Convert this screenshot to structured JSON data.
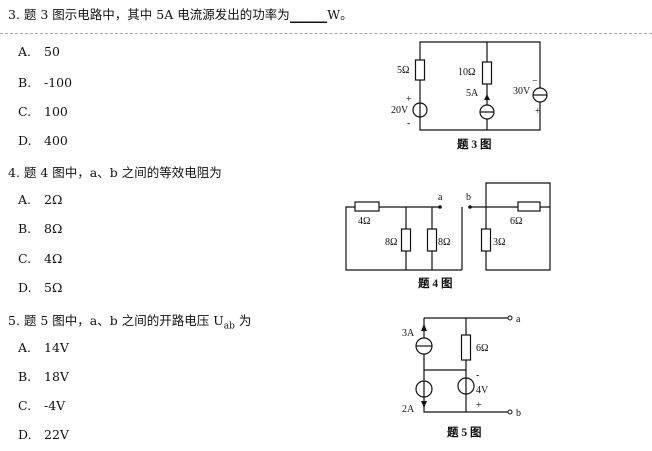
{
  "q3": {
    "prefix": "3.  题 3 图示电路中，其中 5A 电流源发出的功率为",
    "blank": "______",
    "suffix": "W。",
    "options": [
      {
        "label": "A.",
        "value": "50"
      },
      {
        "label": "B.",
        "value": "-100"
      },
      {
        "label": "C.",
        "value": "100"
      },
      {
        "label": "D.",
        "value": "400"
      }
    ],
    "figure": {
      "caption": "题 3 图",
      "labels": {
        "r5": "5Ω",
        "v20": "20V",
        "plus": "+",
        "minus": "-",
        "r10": "10Ω",
        "i5": "5A",
        "v30": "30V",
        "minus2": "−",
        "plus2": "+"
      }
    }
  },
  "q4": {
    "text": "4.  题 4 图中，a、b 之间的等效电阻为",
    "options": [
      {
        "label": "A.",
        "value": "2Ω"
      },
      {
        "label": "B.",
        "value": "8Ω"
      },
      {
        "label": "C.",
        "value": "4Ω"
      },
      {
        "label": "D.",
        "value": "5Ω"
      }
    ],
    "figure": {
      "caption": "题 4 图",
      "labels": {
        "a": "a",
        "b": "b",
        "r4": "4Ω",
        "r8a": "8Ω",
        "r8b": "8Ω",
        "r6": "6Ω",
        "r3": "3Ω"
      }
    }
  },
  "q5": {
    "text": "5.  题 5 图中，a、b 之间的开路电压 U",
    "sub": "ab",
    "suffix": " 为",
    "options": [
      {
        "label": "A.",
        "value": "14V"
      },
      {
        "label": "B.",
        "value": "18V"
      },
      {
        "label": "C.",
        "value": "-4V"
      },
      {
        "label": "D.",
        "value": "22V"
      }
    ],
    "figure": {
      "caption": "题 5 图",
      "labels": {
        "i3": "3A",
        "i2": "2A",
        "r6": "6Ω",
        "v4": "4V",
        "minus": "-",
        "plus": "+",
        "a": "a",
        "b": "b"
      }
    }
  }
}
